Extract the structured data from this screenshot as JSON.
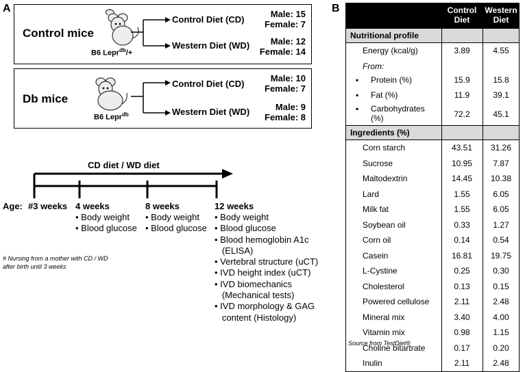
{
  "panelA": {
    "letter": "A",
    "control": {
      "title": "Control mice",
      "strain": "B6 Lepr",
      "strain_sup": "db",
      "strain_suffix": "/+",
      "diets": [
        {
          "name": "Control Diet (CD)",
          "male": "Male: 15",
          "female": "Female: 7"
        },
        {
          "name": "Western Diet (WD)",
          "male": "Male: 12",
          "female": "Female: 14"
        }
      ]
    },
    "db": {
      "title": "Db mice",
      "strain": "B6 Lepr",
      "strain_sup": "db",
      "diets": [
        {
          "name": "Control Diet (CD)",
          "male": "Male: 10",
          "female": "Female: 7"
        },
        {
          "name": "Western Diet (WD)",
          "male": "Male: 9",
          "female": "Female: 8"
        }
      ]
    },
    "timeline": {
      "arrow_label": "CD diet / WD diet",
      "age_label": "Age:",
      "points": [
        {
          "label": "#3 weeks",
          "items": []
        },
        {
          "label": "4 weeks",
          "items": [
            "Body weight",
            "Blood glucose"
          ]
        },
        {
          "label": "8 weeks",
          "items": [
            "Body weight",
            "Blood glucose"
          ]
        },
        {
          "label": "12 weeks",
          "items": [
            "Body weight",
            "Blood glucose",
            "Blood hemoglobin A1c",
            "(ELISA)",
            "Vertebral structure (uCT)",
            "IVD height index (uCT)",
            "IVD biomechanics",
            "(Mechanical tests)",
            "IVD morphology & GAG",
            "content (Histology)"
          ]
        }
      ],
      "footnote_line1": "# Nursing from a mother with  CD / WD",
      "footnote_line2": "after birth until 3 weeks"
    }
  },
  "panelB": {
    "letter": "B",
    "col1": [
      "Control",
      "Diet"
    ],
    "col2": [
      "Western",
      "Diet"
    ],
    "section1": "Nutritional profile",
    "energy": {
      "name": "Energy (kcal/g)",
      "cd": "3.89",
      "wd": "4.55"
    },
    "from": "From:",
    "macros": [
      {
        "name": "Protein (%)",
        "cd": "15.9",
        "wd": "15.8"
      },
      {
        "name": "Fat (%)",
        "cd": "11.9",
        "wd": "39.1"
      },
      {
        "name": "Carbohydrates",
        "name2": "(%)",
        "cd": "72.2",
        "wd": "45.1"
      }
    ],
    "section2": "Ingredients (%)",
    "ingredients": [
      {
        "name": "Corn starch",
        "cd": "43.51",
        "wd": "31.26"
      },
      {
        "name": "Sucrose",
        "cd": "10.95",
        "wd": "7.87"
      },
      {
        "name": "Maltodextrin",
        "cd": "14.45",
        "wd": "10.38"
      },
      {
        "name": "Lard",
        "cd": "1.55",
        "wd": "6.05"
      },
      {
        "name": "Milk fat",
        "cd": "1.55",
        "wd": "6.05"
      },
      {
        "name": "Soybean oil",
        "cd": "0.33",
        "wd": "1.27"
      },
      {
        "name": "Corn oil",
        "cd": "0.14",
        "wd": "0.54"
      },
      {
        "name": "Casein",
        "cd": "16.81",
        "wd": "19.75"
      },
      {
        "name": "L-Cystine",
        "cd": "0.25",
        "wd": "0.30"
      },
      {
        "name": "Cholesterol",
        "cd": "0.13",
        "wd": "0.15"
      },
      {
        "name": "Powered cellulose",
        "cd": "2.11",
        "wd": "2.48"
      },
      {
        "name": "Mineral mix",
        "cd": "3.40",
        "wd": "4.00"
      },
      {
        "name": "Vitamin mix",
        "cd": "0.98",
        "wd": "1.15"
      },
      {
        "name": "Choline bitartrate",
        "cd": "0.17",
        "wd": "0.20"
      },
      {
        "name": "Inulin",
        "cd": "2.11",
        "wd": "2.48"
      }
    ],
    "source": "Source from TestDiet®"
  }
}
